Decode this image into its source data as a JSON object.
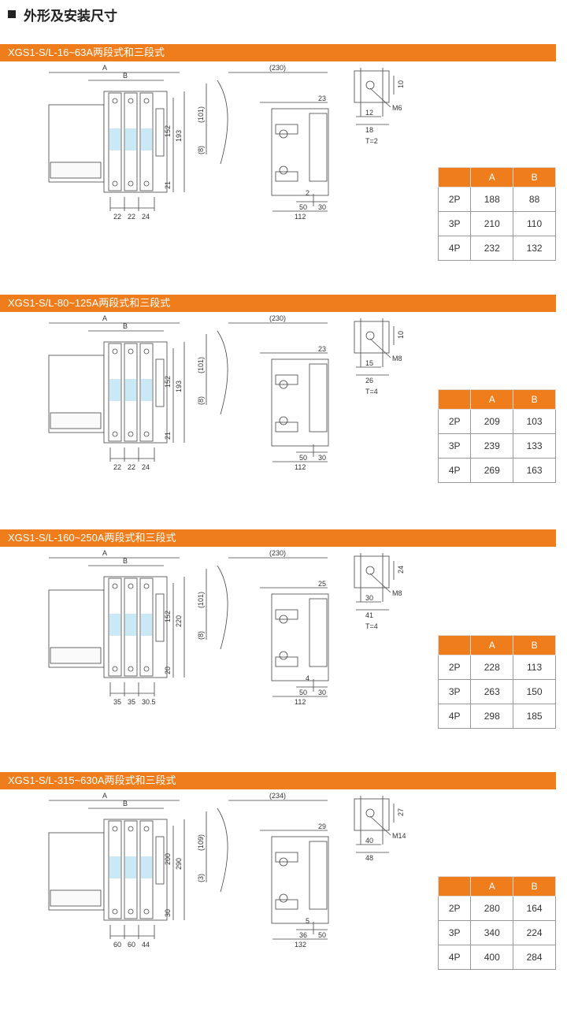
{
  "page": {
    "title": "外形及安装尺寸",
    "table_headers": [
      "",
      "A",
      "B"
    ]
  },
  "sections": [
    {
      "banner": "XGS1-S/L-16~63A两段式和三段式",
      "front": {
        "A": "A",
        "B": "B",
        "h1": "152",
        "h2": "193",
        "h3": "21",
        "w1": "22",
        "w2": "22",
        "w3": "24"
      },
      "side": {
        "depth": "(230)",
        "r1": "23",
        "h1": "(101)",
        "h2": "(8)",
        "w1": "2",
        "w2": "50",
        "w3": "30",
        "w4": "112"
      },
      "detail": {
        "h": "10",
        "w1": "12",
        "w2": "18",
        "screw": "M6",
        "t": "T=2"
      },
      "rows": [
        [
          "2P",
          "188",
          "88"
        ],
        [
          "3P",
          "210",
          "110"
        ],
        [
          "4P",
          "232",
          "132"
        ]
      ]
    },
    {
      "banner": "XGS1-S/L-80~125A两段式和三段式",
      "front": {
        "A": "A",
        "B": "B",
        "h1": "152",
        "h2": "193",
        "h3": "21",
        "w1": "22",
        "w2": "22",
        "w3": "24"
      },
      "side": {
        "depth": "(230)",
        "r1": "23",
        "h1": "(101)",
        "h2": "(8)",
        "w1": "",
        "w2": "50",
        "w3": "30",
        "w4": "112"
      },
      "detail": {
        "h": "10",
        "w1": "15",
        "w2": "26",
        "screw": "M8",
        "t": "T=4"
      },
      "rows": [
        [
          "2P",
          "209",
          "103"
        ],
        [
          "3P",
          "239",
          "133"
        ],
        [
          "4P",
          "269",
          "163"
        ]
      ]
    },
    {
      "banner": "XGS1-S/L-160~250A两段式和三段式",
      "front": {
        "A": "A",
        "B": "B",
        "h1": "152",
        "h2": "220",
        "h3": "20",
        "w1": "35",
        "w2": "35",
        "w3": "30.5"
      },
      "side": {
        "depth": "(230)",
        "r1": "25",
        "h1": "(101)",
        "h2": "(8)",
        "w1": "4",
        "w2": "50",
        "w3": "30",
        "w4": "112"
      },
      "detail": {
        "h": "24",
        "w1": "30",
        "w2": "41",
        "screw": "M8",
        "t": "T=4"
      },
      "rows": [
        [
          "2P",
          "228",
          "113"
        ],
        [
          "3P",
          "263",
          "150"
        ],
        [
          "4P",
          "298",
          "185"
        ]
      ]
    },
    {
      "banner": "XGS1-S/L-315~630A两段式和三段式",
      "front": {
        "A": "A",
        "B": "B",
        "h1": "200",
        "h2": "290",
        "h3": "30",
        "w1": "60",
        "w2": "60",
        "w3": "44"
      },
      "side": {
        "depth": "(234)",
        "r1": "29",
        "h1": "(109)",
        "h2": "(3)",
        "w1": "5",
        "w2": "36",
        "w3": "50",
        "w4": "132"
      },
      "detail": {
        "h": "27",
        "w1": "40",
        "w2": "48",
        "screw": "M14",
        "t": ""
      },
      "rows": [
        [
          "2P",
          "280",
          "164"
        ],
        [
          "3P",
          "340",
          "224"
        ],
        [
          "4P",
          "400",
          "284"
        ]
      ]
    }
  ],
  "colors": {
    "accent": "#ef7d1c",
    "banner_text": "#ffffff",
    "window_blue": "#c9e9f6"
  }
}
